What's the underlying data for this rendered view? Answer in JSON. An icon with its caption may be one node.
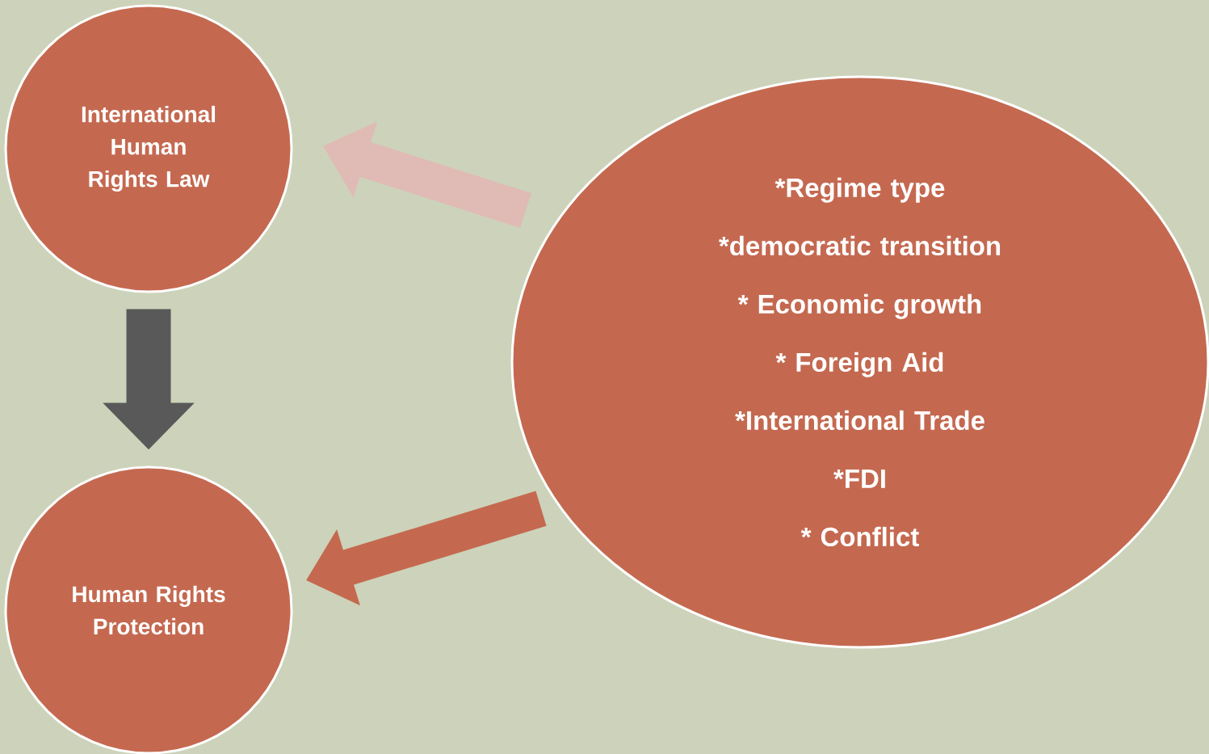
{
  "diagram": {
    "nodes": [
      {
        "text": [
          "International Human Rights Law"
        ]
      },
      {
        "text": [
          "Human Rights Protection"
        ]
      },
      {
        "text": [
          "*Regime type",
          "*democratic transition",
          "* Economic  growth",
          "* Foreign Aid",
          "*International Trade",
          "*FDI",
          "* Conflict"
        ]
      }
    ],
    "edges": [
      {
        "from": 0,
        "to": 1,
        "arrow": "to",
        "color": "#595959"
      },
      {
        "from": 2,
        "to": 0,
        "arrow": "to",
        "color": "#e0bab5"
      },
      {
        "from": 2,
        "to": 1,
        "arrow": "to",
        "color": "#c4694f"
      }
    ]
  }
}
